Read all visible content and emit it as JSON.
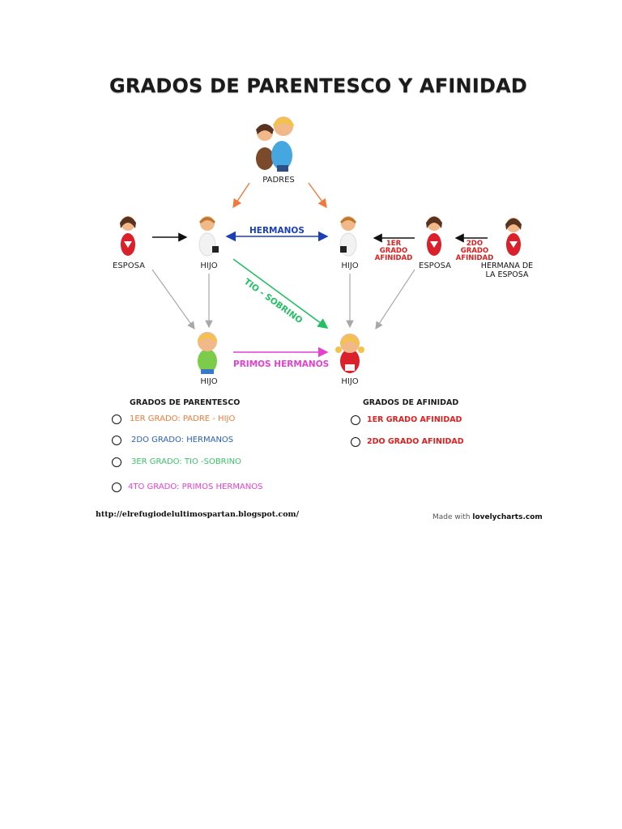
{
  "title": "GRADOS DE PARENTESCO Y AFINIDAD",
  "nodes": {
    "padres": "PADRES",
    "esposa_left": "ESPOSA",
    "hijo_left": "HIJO",
    "hijo_center": "HIJO",
    "esposa_right": "ESPOSA",
    "hermana_esposa": "HERMANA DE LA ESPOSA",
    "hijo_bottom_left": "HIJO",
    "hijo_bottom_right": "HIJO"
  },
  "relations": {
    "hermanos": "HERMANOS",
    "tio_sobrino": "TIO - SOBRINO",
    "primos": "PRIMOS HERMANOS",
    "aff1_line1": "1ER",
    "aff1_line2": "GRADO AFINIDAD",
    "aff2_line1": "2DO",
    "aff2_line2": "GRADO AFINIDAD"
  },
  "legend": {
    "parentesco_title": "GRADOS DE PARENTESCO",
    "parentesco_items": [
      {
        "text": "1ER GRADO: PADRE - HIJO",
        "color": "#f07a3c"
      },
      {
        "text": "2DO GRADO: HERMANOS",
        "color": "#2a5fc0"
      },
      {
        "text": "3ER GRADO: TIO -SOBRINO",
        "color": "#3cc46a"
      },
      {
        "text": "4TO GRADO: PRIMOS HERMANOS",
        "color": "#e63fd3"
      }
    ],
    "afinidad_title": "GRADOS DE AFINIDAD",
    "afinidad_items": [
      {
        "text": "1ER GRADO AFINIDAD",
        "color": "#e0201f"
      },
      {
        "text": "2DO GRADO AFINIDAD",
        "color": "#e0201f"
      }
    ]
  },
  "footer": {
    "url": "http://elrefugiodelultimospartan.blogspot.com/",
    "made_prefix": "Made with ",
    "made_brand": "lovelycharts.com"
  },
  "colors": {
    "padre_hijo": "#f07a3c",
    "hermanos": "#1a3fb8",
    "tio_sobrino": "#22c063",
    "primos": "#e63fd3",
    "afinidad": "#e0201f",
    "gray_arrow": "#a8a8a8"
  }
}
